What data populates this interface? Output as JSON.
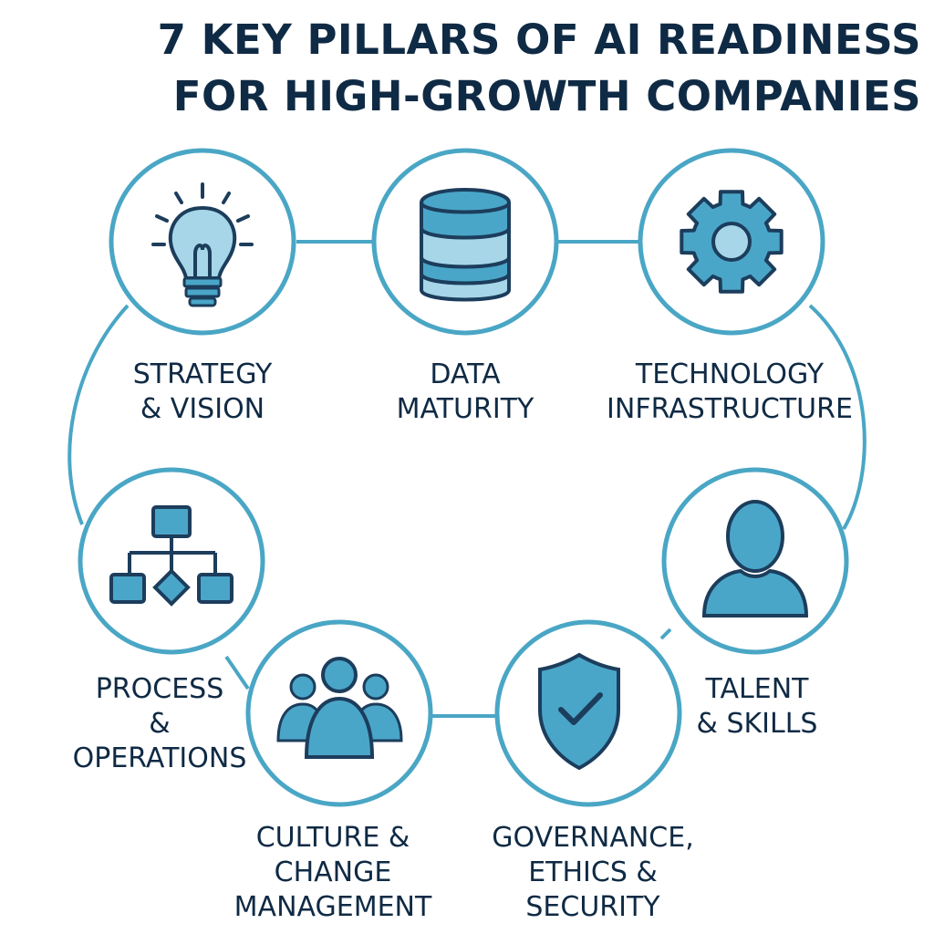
{
  "title": {
    "line1": "7 KEY PILLARS OF AI READINESS",
    "line2": "FOR HIGH-GROWTH COMPANIES"
  },
  "colors": {
    "ring": "#4aa6c5",
    "icon_fill": "#4aa6c8",
    "icon_light": "#a6d6e8",
    "icon_stroke": "#1c3d5c",
    "text": "#0f2a44"
  },
  "pillars": [
    {
      "id": "strategy",
      "icon": "lightbulb-icon",
      "label": [
        "STRATEGY",
        "& VISION"
      ]
    },
    {
      "id": "data",
      "icon": "database-icon",
      "label": [
        "DATA",
        "MATURITY"
      ]
    },
    {
      "id": "technology",
      "icon": "gear-icon",
      "label": [
        "TECHNOLOGY",
        "INFRASTRUCTURE"
      ]
    },
    {
      "id": "talent",
      "icon": "person-icon",
      "label": [
        "TALENT",
        "& SKILLS"
      ]
    },
    {
      "id": "governance",
      "icon": "shield-check-icon",
      "label": [
        "GOVERNANCE,",
        "ETHICS &",
        "SECURITY"
      ]
    },
    {
      "id": "culture",
      "icon": "people-group-icon",
      "label": [
        "CULTURE &",
        "CHANGE",
        "MANAGEMENT"
      ]
    },
    {
      "id": "process",
      "icon": "flowchart-icon",
      "label": [
        "PROCESS",
        "&",
        "OPERATIONS"
      ]
    }
  ]
}
